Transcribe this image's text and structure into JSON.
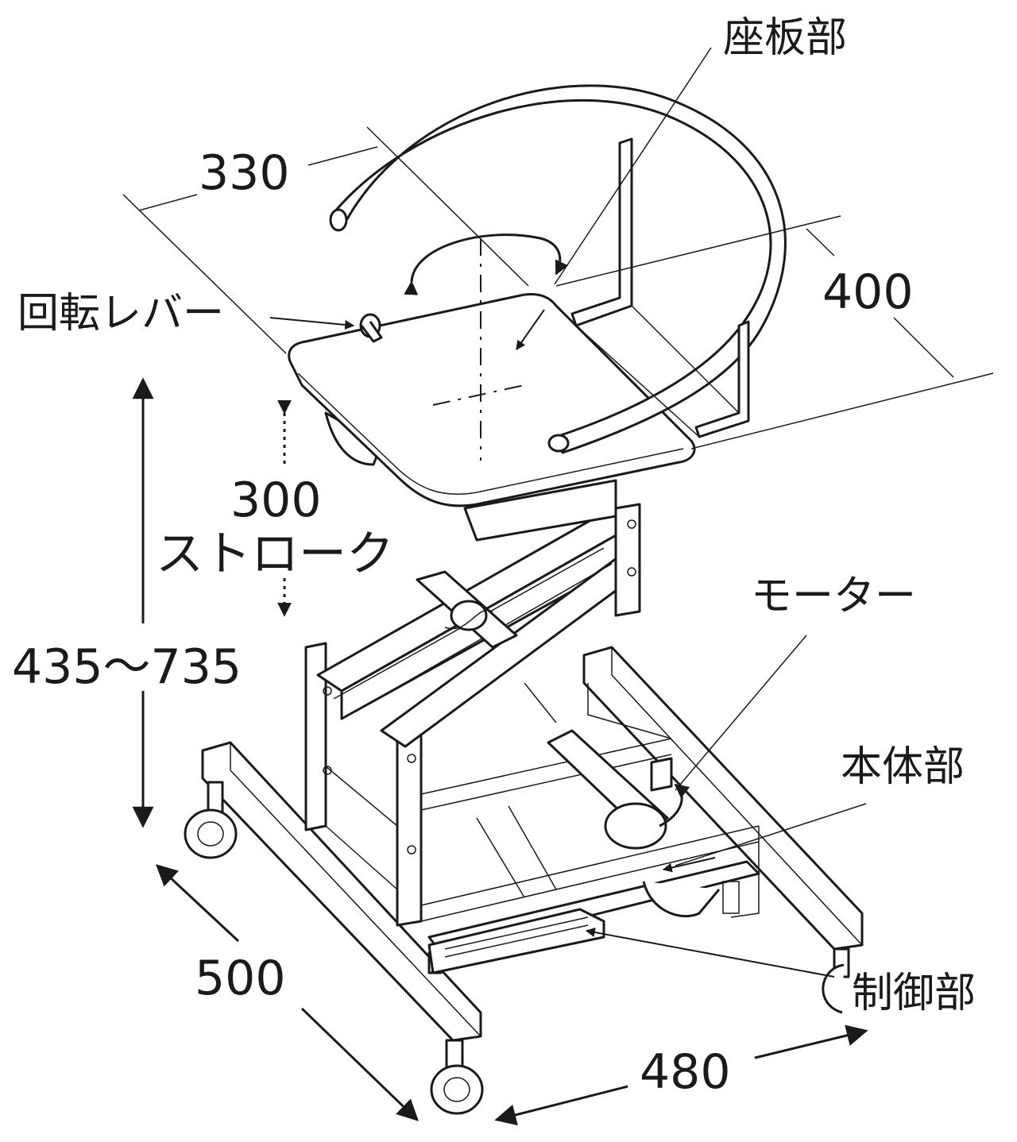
{
  "dimensions": {
    "seat_width": "330",
    "seat_depth": "400",
    "stroke_value": "300",
    "stroke_label": "ストローク",
    "height_range": "435～735",
    "base_depth": "500",
    "base_width": "480"
  },
  "parts": {
    "seat": "座板部",
    "rotation_lever": "回転レバー",
    "motor": "モーター",
    "main_body": "本体部",
    "controller": "制御部"
  },
  "colors": {
    "line": "#1a1a1a",
    "background": "#ffffff"
  }
}
